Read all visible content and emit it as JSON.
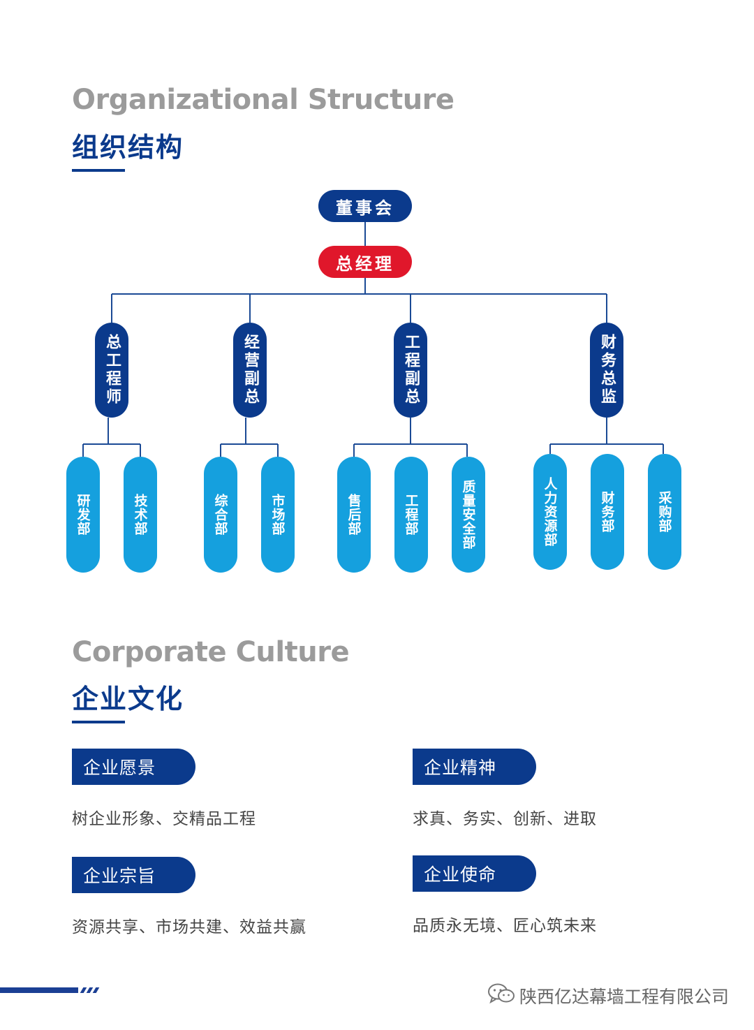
{
  "org_section": {
    "title_en": "Organizational Structure",
    "title_zh": "组织结构"
  },
  "org_chart": {
    "board": "董事会",
    "ceo": "总经理",
    "managers": [
      {
        "label": "总工程师",
        "departments": [
          "研发部",
          "技术部"
        ]
      },
      {
        "label": "经营副总",
        "departments": [
          "综合部",
          "市场部"
        ]
      },
      {
        "label": "工程副总",
        "departments": [
          "售后部",
          "工程部",
          "质量安全部"
        ]
      },
      {
        "label": "财务总监",
        "departments": [
          "人力资源部",
          "财务部",
          "采购部"
        ]
      }
    ],
    "colors": {
      "board": "#0b3a8c",
      "ceo": "#e0172b",
      "manager": "#0b3a8c",
      "department": "#15a0de",
      "line": "#1b4a95"
    }
  },
  "culture_section": {
    "title_en": "Corporate Culture",
    "title_zh": "企业文化",
    "items": [
      {
        "tag": "企业愿景",
        "text": "树企业形象、交精品工程"
      },
      {
        "tag": "企业精神",
        "text": "求真、务实、创新、进取"
      },
      {
        "tag": "企业宗旨",
        "text": "资源共享、市场共建、效益共赢"
      },
      {
        "tag": "企业使命",
        "text": "品质永无境、匠心筑未来"
      }
    ]
  },
  "footer": {
    "watermark_icon": "wechat-icon",
    "watermark_text": "陕西亿达幕墙工程有限公司"
  }
}
